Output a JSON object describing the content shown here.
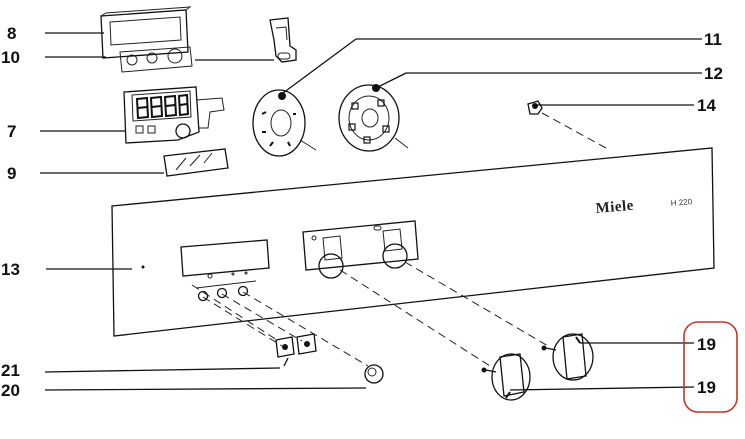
{
  "diagram": {
    "callouts": [
      {
        "id": "c8",
        "text": "8"
      },
      {
        "id": "c10",
        "text": "10"
      },
      {
        "id": "c7",
        "text": "7"
      },
      {
        "id": "c9",
        "text": "9"
      },
      {
        "id": "c13",
        "text": "13"
      },
      {
        "id": "c21",
        "text": "21"
      },
      {
        "id": "c20",
        "text": "20"
      },
      {
        "id": "c11",
        "text": "11"
      },
      {
        "id": "c12",
        "text": "12"
      },
      {
        "id": "c14",
        "text": "14"
      },
      {
        "id": "c19a",
        "text": "19"
      },
      {
        "id": "c19b",
        "text": "19"
      }
    ],
    "brand": "Miele",
    "model": "H 220",
    "highlight_color": "#c0392b"
  }
}
